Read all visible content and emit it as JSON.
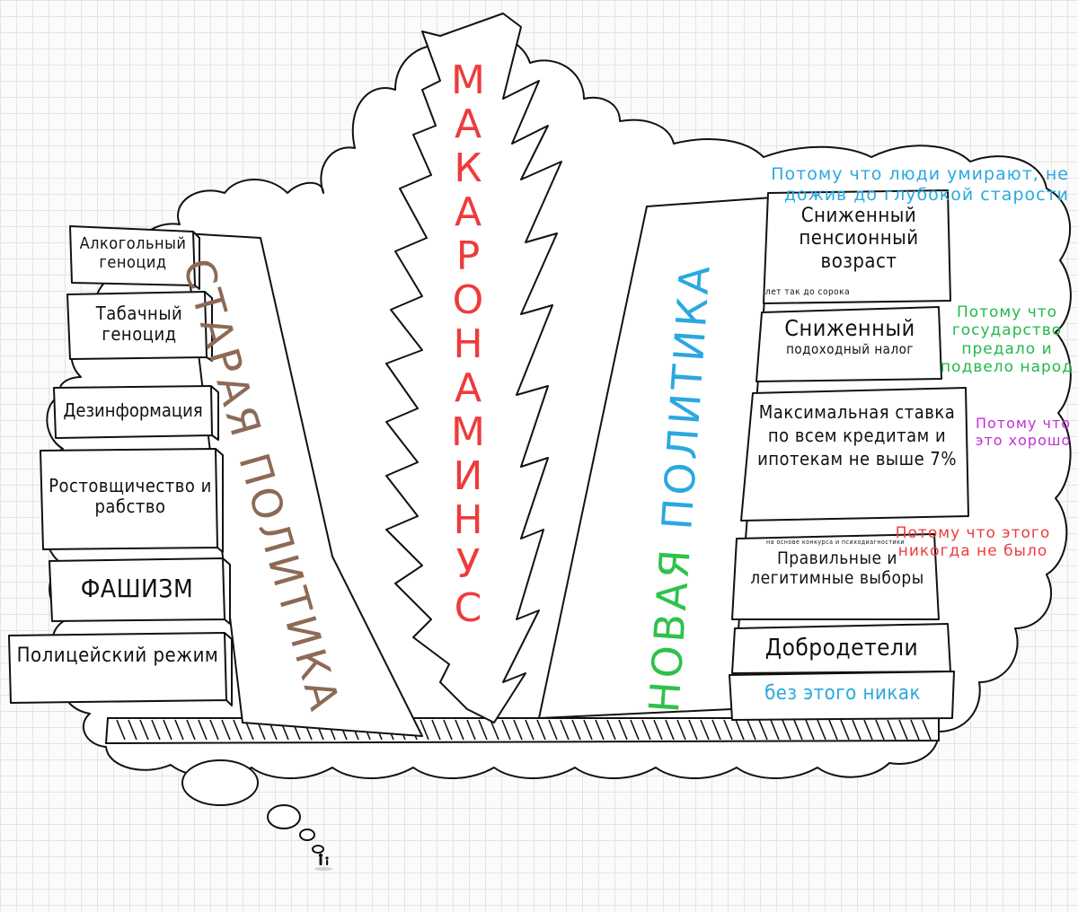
{
  "title": "МАКАРОНАМИНУС",
  "old_policy": {
    "spine": "СТАРАЯ ПОЛИТИКА",
    "books": [
      "Алкогольный геноцид",
      "Табачный геноцид",
      "Дезинформация",
      "Ростовщичество и рабство",
      "ФАШИЗМ",
      "Полицейский режим"
    ]
  },
  "new_policy": {
    "spine": "НОВАЯ ПОЛИТИКА",
    "books": {
      "pension": "Сниженный пенсионный возраст",
      "pension_sub": "лет так до сорока",
      "tax": "Сниженный подоходный налог",
      "credit": "Максимальная ставка по всем кредитам и ипотекам не выше 7%",
      "elections_note": "на основе конкурса и психодиагностики",
      "elections": "Правильные и легитимные выборы",
      "virtues": "Добродетели"
    },
    "notes": {
      "pension": "Потому что люди умирают, не дожив до глубокой старости",
      "tax": "Потому что государство предало и подвело народ",
      "credit": "Потому что это хорошо",
      "elections": "Потому что этого никогда не было",
      "virtues": "без этого никак"
    }
  },
  "colors": {
    "title": "#ee3b3b",
    "old_spine": "#8c6a55",
    "new_spine_top": "#2aa8e0",
    "new_spine_bottom": "#2ec24a",
    "note_blue": "#2aa8e0",
    "note_green": "#22b84a",
    "note_magenta": "#c12fd6",
    "note_red": "#ee3b3b"
  }
}
